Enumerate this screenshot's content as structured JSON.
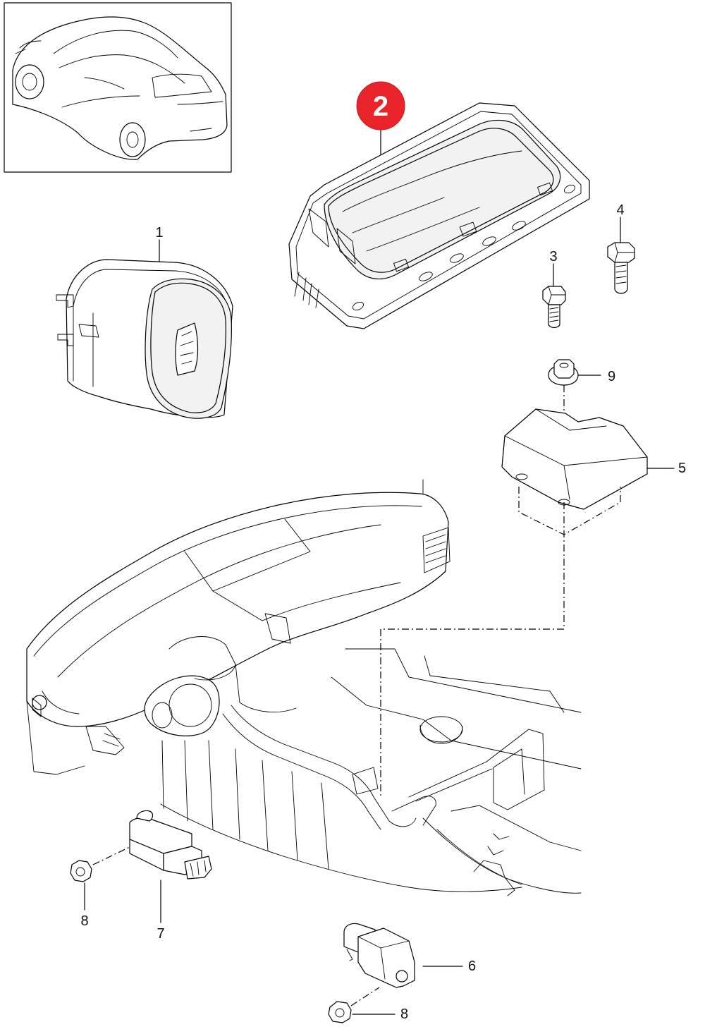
{
  "diagram": {
    "labels": {
      "part_1": "1",
      "part_2": "2",
      "part_3": "3",
      "part_4": "4",
      "part_5": "5",
      "part_6": "6",
      "part_7": "7",
      "part_8_left": "8",
      "part_8_bottom": "8",
      "part_9": "9"
    },
    "colors": {
      "highlight_badge": "#e8232a",
      "line": "#000000",
      "background": "#ffffff"
    },
    "icons": {
      "thumbnail": "car-thumbnail-icon",
      "steering_airbag": "driver-airbag-icon",
      "passenger_airbag": "passenger-airbag-icon",
      "control_unit": "airbag-control-unit-icon",
      "sensor": "crash-sensor-icon",
      "bolt": "bolt-icon",
      "nut": "nut-icon",
      "dashboard": "dashboard-icon"
    }
  }
}
